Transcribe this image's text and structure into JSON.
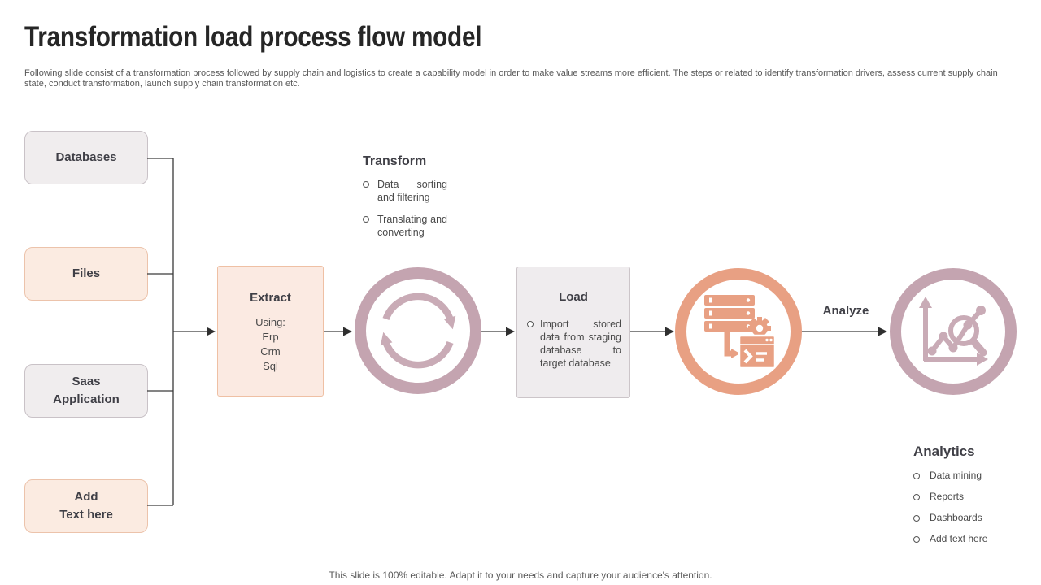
{
  "slide": {
    "title": "Transformation load process flow model",
    "subtitle": "Following slide consist of a transformation process followed by supply chain and logistics to create a capability model in order to  make value streams more efficient. The steps or related to identify transformation drivers, assess current supply chain state, conduct transformation, launch supply chain transformation etc.",
    "footer": "This slide is 100% editable. Adapt it to your needs and capture your audience's attention."
  },
  "sources": {
    "items": [
      {
        "label": "Databases"
      },
      {
        "label": "Files"
      },
      {
        "label": "Saas\nApplication"
      },
      {
        "label": "Add\nText here"
      }
    ]
  },
  "extract": {
    "title": "Extract",
    "lines": [
      "Using:",
      "Erp",
      "Crm",
      "Sql"
    ]
  },
  "transform": {
    "title": "Transform",
    "bullets": [
      "Data sorting and filtering",
      "Translating and converting"
    ]
  },
  "load": {
    "title": "Load",
    "bullets": [
      "Import stored data from staging database to target database"
    ]
  },
  "analyze": {
    "label": "Analyze"
  },
  "analytics": {
    "title": "Analytics",
    "bullets": [
      "Data mining",
      "Reports",
      "Dashboards",
      "Add text here"
    ]
  },
  "icons": {
    "sync": "sync-arrows-icon",
    "server": "server-terminal-icon",
    "analytics": "chart-magnifier-icon"
  },
  "colors": {
    "mauve": "#C4A4B0",
    "mauveIcon": "#C9ABB6",
    "salmon": "#E8A083",
    "grayBoxFill": "#F0EDEE",
    "grayBoxBorder": "#C9C2C7",
    "peachBoxFill": "#FBEBE1",
    "peachBoxBorder": "#ECC3AB",
    "text": "#3F3F46",
    "connector": "#3A3A3A"
  }
}
